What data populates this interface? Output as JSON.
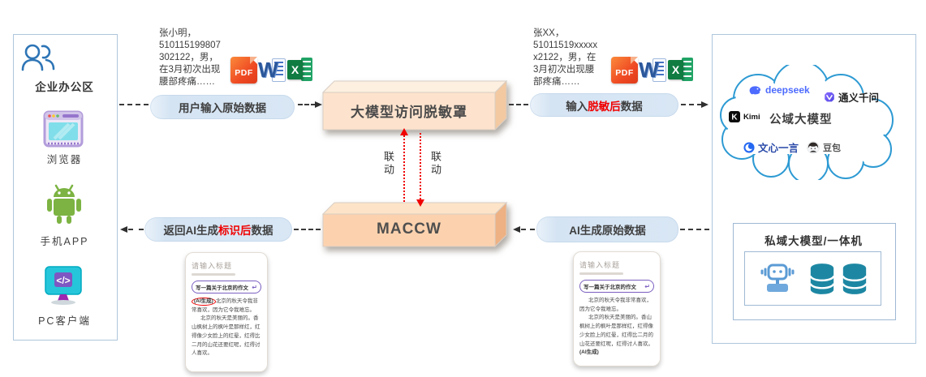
{
  "left_panel": {
    "title": "企业办公区",
    "items": [
      {
        "label": "浏览器"
      },
      {
        "label": "手机APP"
      },
      {
        "label": "PC客户端"
      }
    ]
  },
  "notes": {
    "raw": {
      "text": "张小明，\n510115199807\n302122，男，\n在3月初次出现\n腰部疼痛……"
    },
    "masked": {
      "text": "张XX，\n51011519xxxxx\nx2122，男，在\n3月初次出现腰\n部疼痛……"
    }
  },
  "file_icons": {
    "pdf": "PDF",
    "word": "W",
    "excel": "X"
  },
  "flow": {
    "boxes": {
      "mask_label": "大模型访问脱敏罩",
      "maccw_label": "MACCW"
    },
    "linkage_label": "联动",
    "pills": {
      "user_input": "用户输入原始数据",
      "desensitized_prefix": "输入",
      "desensitized_highlight": "脱敏后",
      "desensitized_suffix": "数据",
      "ai_raw": "AI生成原始数据",
      "return_prefix": "返回AI生成",
      "return_highlight": "标识后",
      "return_suffix": "数据"
    }
  },
  "cloud": {
    "title": "公域大模型",
    "logos": {
      "deepseek": "deepseek",
      "tongyi": "通义千问",
      "kimi": "Kimi",
      "wenxin": "文心一言",
      "doubao": "豆包"
    }
  },
  "private_box": {
    "title": "私域大模型/一体机"
  },
  "docs": {
    "title": "请输入标题",
    "prompt": "写一篇关于北京的作文",
    "enter_glyph": "↵",
    "ai_tag": "(AI生成)",
    "para1": "北京的秋天令我非常喜欢，因为它令我难忘。",
    "para2": "北京的秋天是美丽的。香山枫树上的枫叶是那样红，红得像少女脸上的红晕，红得比二月的山花还要红呢，红得讨人喜欢。"
  },
  "colors": {
    "accent_red": "#f00000",
    "pill_bg": "#d9e7f5",
    "mask_box_face": "#fde3cd",
    "maccw_box_face": "#fcd2ae",
    "cloud_stroke": "#2d9ad3",
    "deepseek_blue": "#4d6bfe",
    "teal_db": "#1d87a3",
    "panel_border": "#aec6dc"
  }
}
